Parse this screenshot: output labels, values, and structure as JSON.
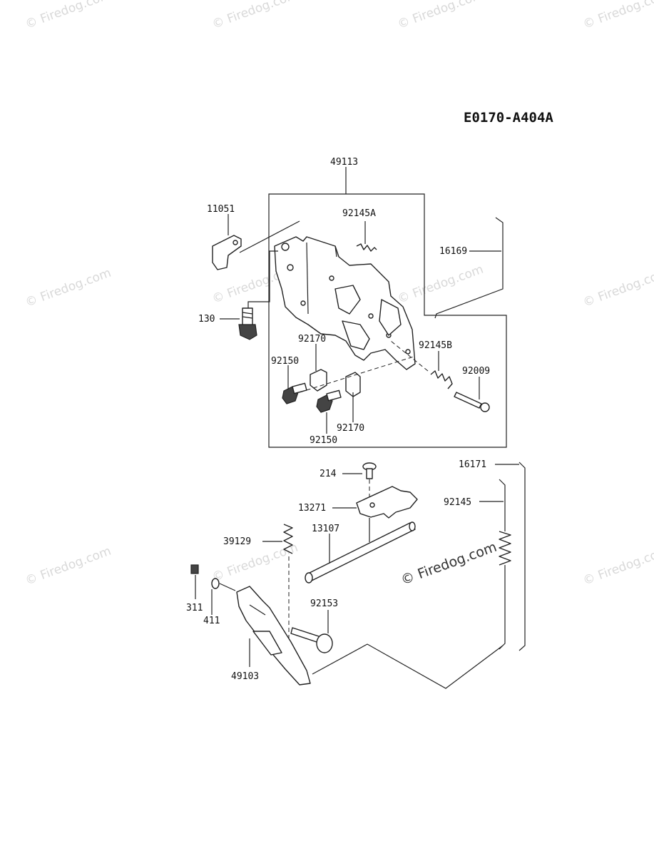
{
  "diagram_code": "E0170-A404A",
  "watermark_text": "© Firedog.com",
  "parts": [
    {
      "id": "49113",
      "label": "49113"
    },
    {
      "id": "11051",
      "label": "11051"
    },
    {
      "id": "92145A",
      "label": "92145A"
    },
    {
      "id": "16169",
      "label": "16169"
    },
    {
      "id": "130",
      "label": "130"
    },
    {
      "id": "92170a",
      "label": "92170"
    },
    {
      "id": "92145B",
      "label": "92145B"
    },
    {
      "id": "92150a",
      "label": "92150"
    },
    {
      "id": "92009",
      "label": "92009"
    },
    {
      "id": "92170b",
      "label": "92170"
    },
    {
      "id": "92150b",
      "label": "92150"
    },
    {
      "id": "214",
      "label": "214"
    },
    {
      "id": "16171",
      "label": "16171"
    },
    {
      "id": "13271",
      "label": "13271"
    },
    {
      "id": "92145",
      "label": "92145"
    },
    {
      "id": "39129",
      "label": "39129"
    },
    {
      "id": "13107",
      "label": "13107"
    },
    {
      "id": "311",
      "label": "311"
    },
    {
      "id": "411",
      "label": "411"
    },
    {
      "id": "92153",
      "label": "92153"
    },
    {
      "id": "49103",
      "label": "49103"
    }
  ]
}
